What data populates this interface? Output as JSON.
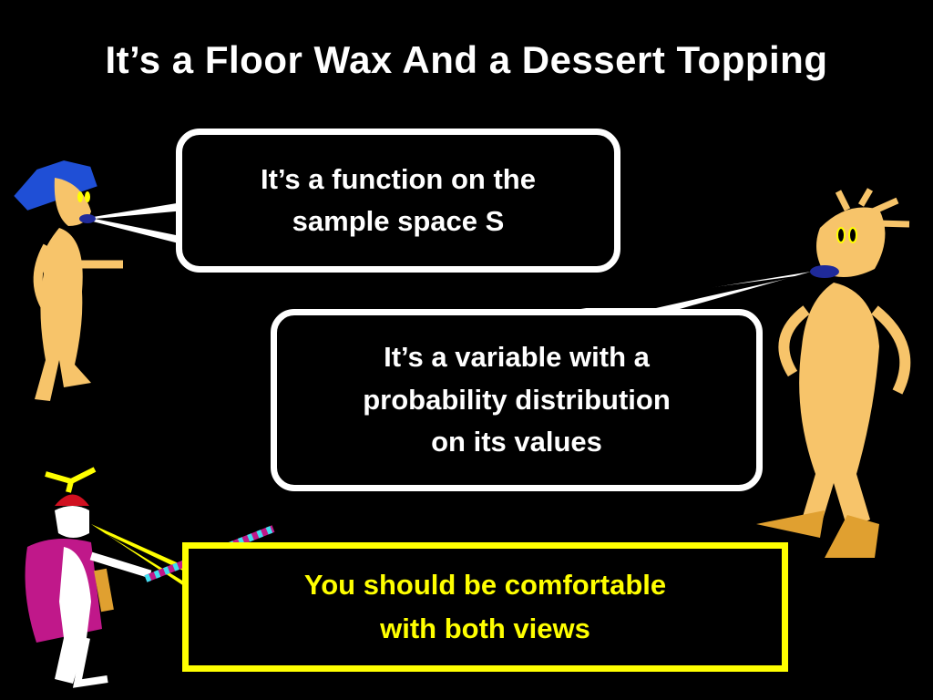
{
  "title": "It’s a Floor Wax And a Dessert Topping",
  "bubbles": {
    "function_view": {
      "line1": "It’s a function on the",
      "line2": "sample space S"
    },
    "variable_view": {
      "line1": "It’s a variable with a",
      "line2": "probability distribution",
      "line3": "on its values"
    },
    "conclusion": {
      "line1": "You should be comfortable",
      "line2": "with both views"
    }
  },
  "colors": {
    "background": "#000000",
    "text": "#ffffff",
    "highlight": "#ffff00",
    "figure_skin": "#f7c46a",
    "hat_blue": "#1f4fd6",
    "cape_magenta": "#c0188a"
  },
  "icons": [
    "napoleon-figure-icon",
    "wild-hair-figure-icon",
    "propeller-cap-figure-icon",
    "magic-wand-icon"
  ]
}
